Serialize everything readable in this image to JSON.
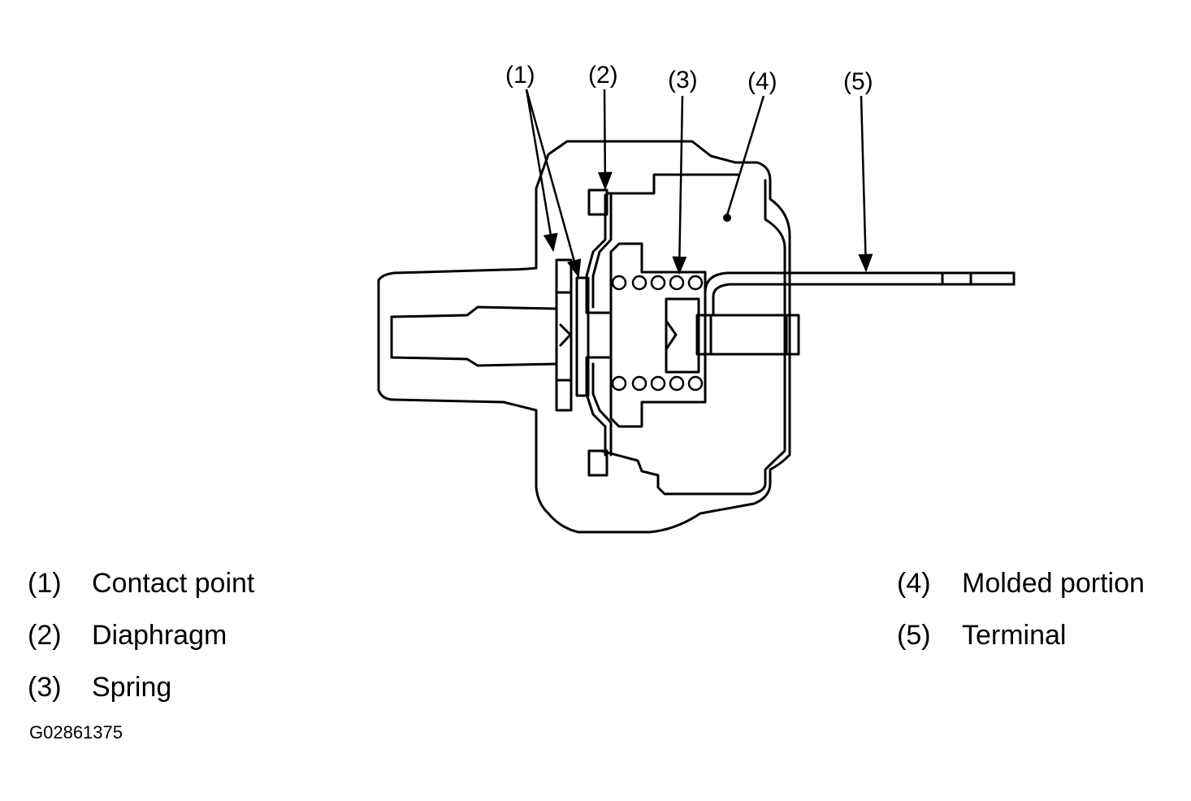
{
  "callouts": [
    "(1)",
    "(2)",
    "(3)",
    "(4)",
    "(5)"
  ],
  "legend_left": [
    {
      "num": "(1)",
      "label": "Contact point"
    },
    {
      "num": "(2)",
      "label": "Diaphragm"
    },
    {
      "num": "(3)",
      "label": "Spring"
    }
  ],
  "legend_right": [
    {
      "num": "(4)",
      "label": "Molded portion"
    },
    {
      "num": "(5)",
      "label": "Terminal"
    }
  ],
  "figure_code": "G02861375"
}
